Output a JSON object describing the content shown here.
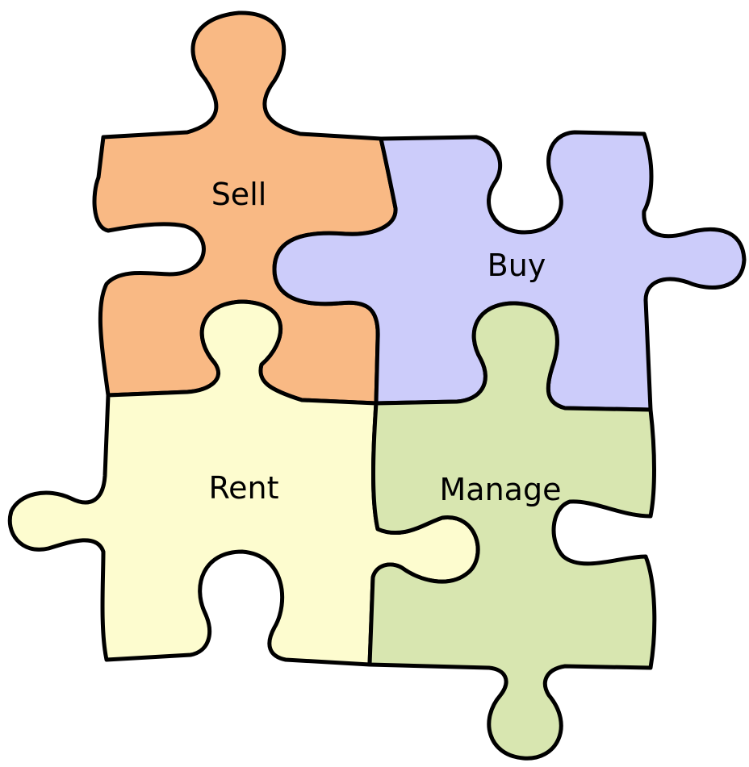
{
  "pieces": {
    "sell": {
      "label": "Sell",
      "color": "#F9B984"
    },
    "buy": {
      "label": "Buy",
      "color": "#CCCCFA"
    },
    "rent": {
      "label": "Rent",
      "color": "#FDFCCF"
    },
    "manage": {
      "label": "Manage",
      "color": "#D8E6B0"
    }
  },
  "outline_color": "#000000"
}
